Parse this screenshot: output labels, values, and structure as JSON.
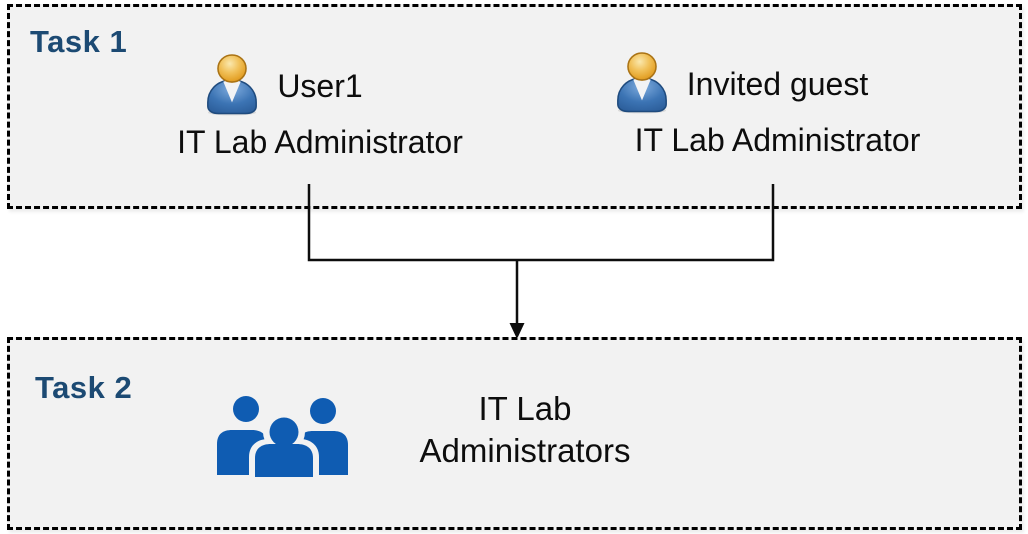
{
  "colors": {
    "canvas_bg": "#FFFFFF",
    "box_fill": "#F2F2F2",
    "box_border": "#000000",
    "task_label": "#1C4A73",
    "connector": "#0D0D0D",
    "group_icon_blue": "#0F5CB2",
    "person_head_gold": "#EDB23F",
    "person_body_blue": "#3C74B4"
  },
  "task1": {
    "label": "Task 1",
    "people": [
      {
        "icon": "person-icon",
        "name": "User1",
        "role": "IT Lab Administrator"
      },
      {
        "icon": "person-icon",
        "name": "Invited guest",
        "role": "IT Lab Administrator"
      }
    ]
  },
  "connector": {
    "type": "merge-arrow",
    "from": [
      "User1",
      "Invited guest"
    ],
    "to": "IT Lab Administrators"
  },
  "task2": {
    "label": "Task 2",
    "group": {
      "icon": "people-group-icon",
      "label_line1": "IT Lab",
      "label_line2": "Administrators"
    }
  }
}
